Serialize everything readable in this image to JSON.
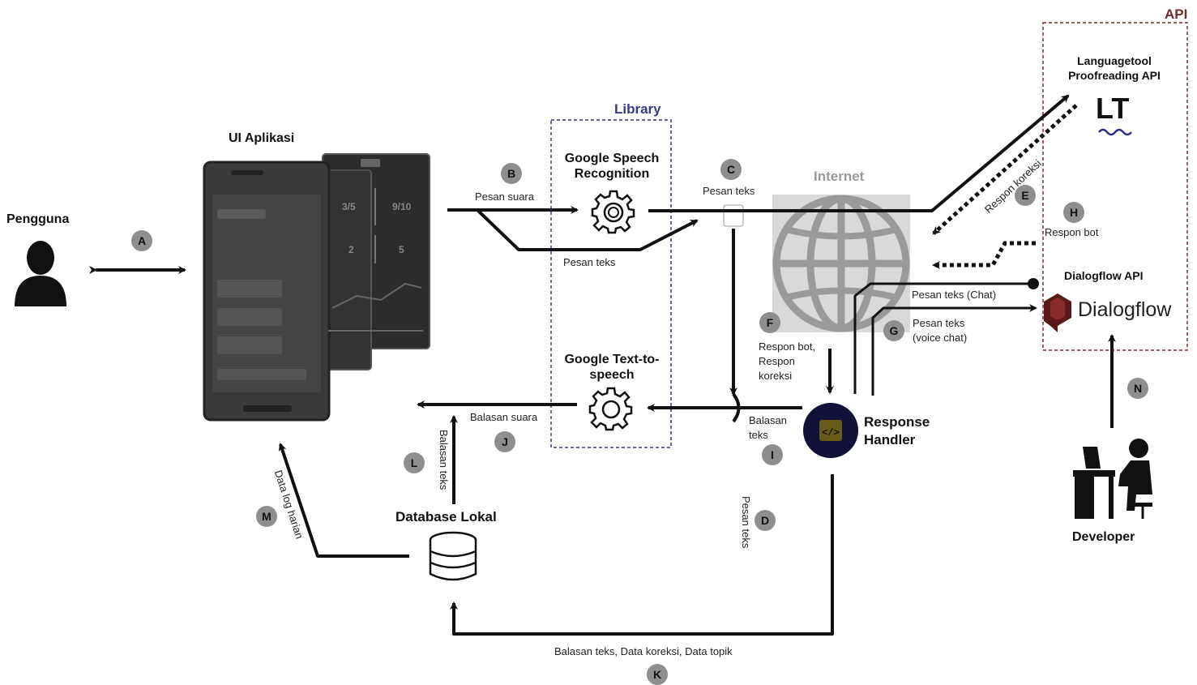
{
  "nodes": {
    "user": "Pengguna",
    "ui_app": "UI Aplikasi",
    "speech_recognition": "Google Speech Recognition",
    "tts": "Google Text-to-speech",
    "internet": "Internet",
    "languagetool": "Languagetool Proofreading API",
    "languagetool_logo": "LT",
    "dialogflow_api": "Dialogflow API",
    "dialogflow_logo": "Dialogflow",
    "response_handler": "Response Handler",
    "database": "Database Lokal",
    "developer": "Developer"
  },
  "groups": {
    "library": "Library",
    "api": "API"
  },
  "badges": {
    "A": "A",
    "B": "B",
    "C": "C",
    "D": "D",
    "E": "E",
    "F": "F",
    "G": "G",
    "H": "H",
    "I": "I",
    "J": "J",
    "K": "K",
    "L": "L",
    "M": "M",
    "N": "N"
  },
  "edges": {
    "B": "Pesan suara",
    "pesan_teks_lib": "Pesan teks",
    "C": "Pesan teks",
    "D": "Pesan teks",
    "E": "Respon koreksi",
    "F": "Respon bot, Respon koreksi",
    "G": "Pesan teks (voice chat)",
    "chat": "Pesan teks (Chat)",
    "H": "Respon bot",
    "I": "Balasan teks",
    "J": "Balasan suara",
    "K": "Balasan teks, Data koreksi, Data topik",
    "L": "Balasan teks",
    "M": "Data log harian"
  },
  "phone": {
    "stat1": "3/5",
    "stat2": "9/10",
    "stat3": "2",
    "stat4": "5"
  }
}
